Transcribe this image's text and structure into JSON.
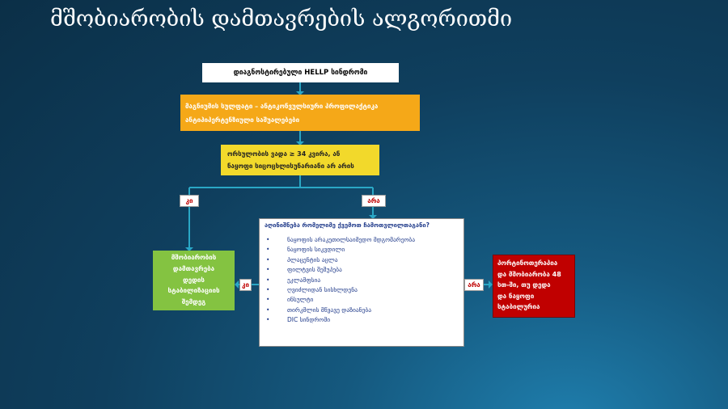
{
  "title": "მშობიარობის დამთავრების ალგორითმი",
  "nodes": {
    "diagnosis": "დიაგნოსტირებული HELLP სინდრომი",
    "magnesium": {
      "line1": "მაგნიუმის სულფატი – ანტიკონვულსიური პროფილაქტიკა",
      "line2": "ანტიჰიპერტენზიული საშუალებები"
    },
    "pregnancy": {
      "line1": "ორსულობის ვადა ≥ 34 კვირა, ან",
      "line2": "ნაყოფი სიცოცხლისუნარიანი არ არის"
    },
    "yes_top": "კი",
    "no_top": "არა",
    "question": "აღინიშნება რომელიმე ქვემოთ ჩამოთვლილთაგანი?",
    "list_items": [
      "ნაყოფის არაკეთილსაიმედო მდგომარეობა",
      "ნაყოფის სიკვდილი",
      "პლაცენტის აცლა",
      "ფილტვის შეშუპება",
      "ეკლამფსია",
      "ღვიძლიდან სისხლდენა",
      "ინსულტი",
      "თირკმლის მწვავე დაზიანება",
      "DIC სინდრომი"
    ],
    "yes_left": "კი",
    "no_right": "არა",
    "wait": [
      "მშობიარობის",
      "დამთავრება",
      "დედის",
      "სტაბილიზაციის",
      "შემდეგ"
    ],
    "deliver": [
      "პორტინოთერაპია",
      "და მშობიარობა 48",
      "სთ-ში, თუ დედა",
      "და ნაყოფი",
      "სტაბილურია"
    ]
  },
  "colors": {
    "background": "#0f3f5e",
    "connector": "#2aa7c5",
    "orange": "#f5a818",
    "yellow": "#f2d92b",
    "green": "#84c341",
    "red": "#c00000"
  }
}
